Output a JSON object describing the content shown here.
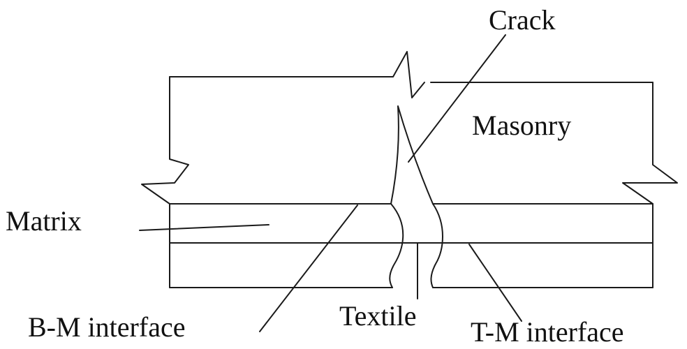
{
  "labels": {
    "crack": "Crack",
    "masonry": "Masonry",
    "matrix": "Matrix",
    "bm_interface": "B-M interface",
    "textile": "Textile",
    "tm_interface": "T-M interface"
  },
  "colors": {
    "background": "#ffffff",
    "stroke": "#1a1a1a",
    "text": "#111111"
  }
}
